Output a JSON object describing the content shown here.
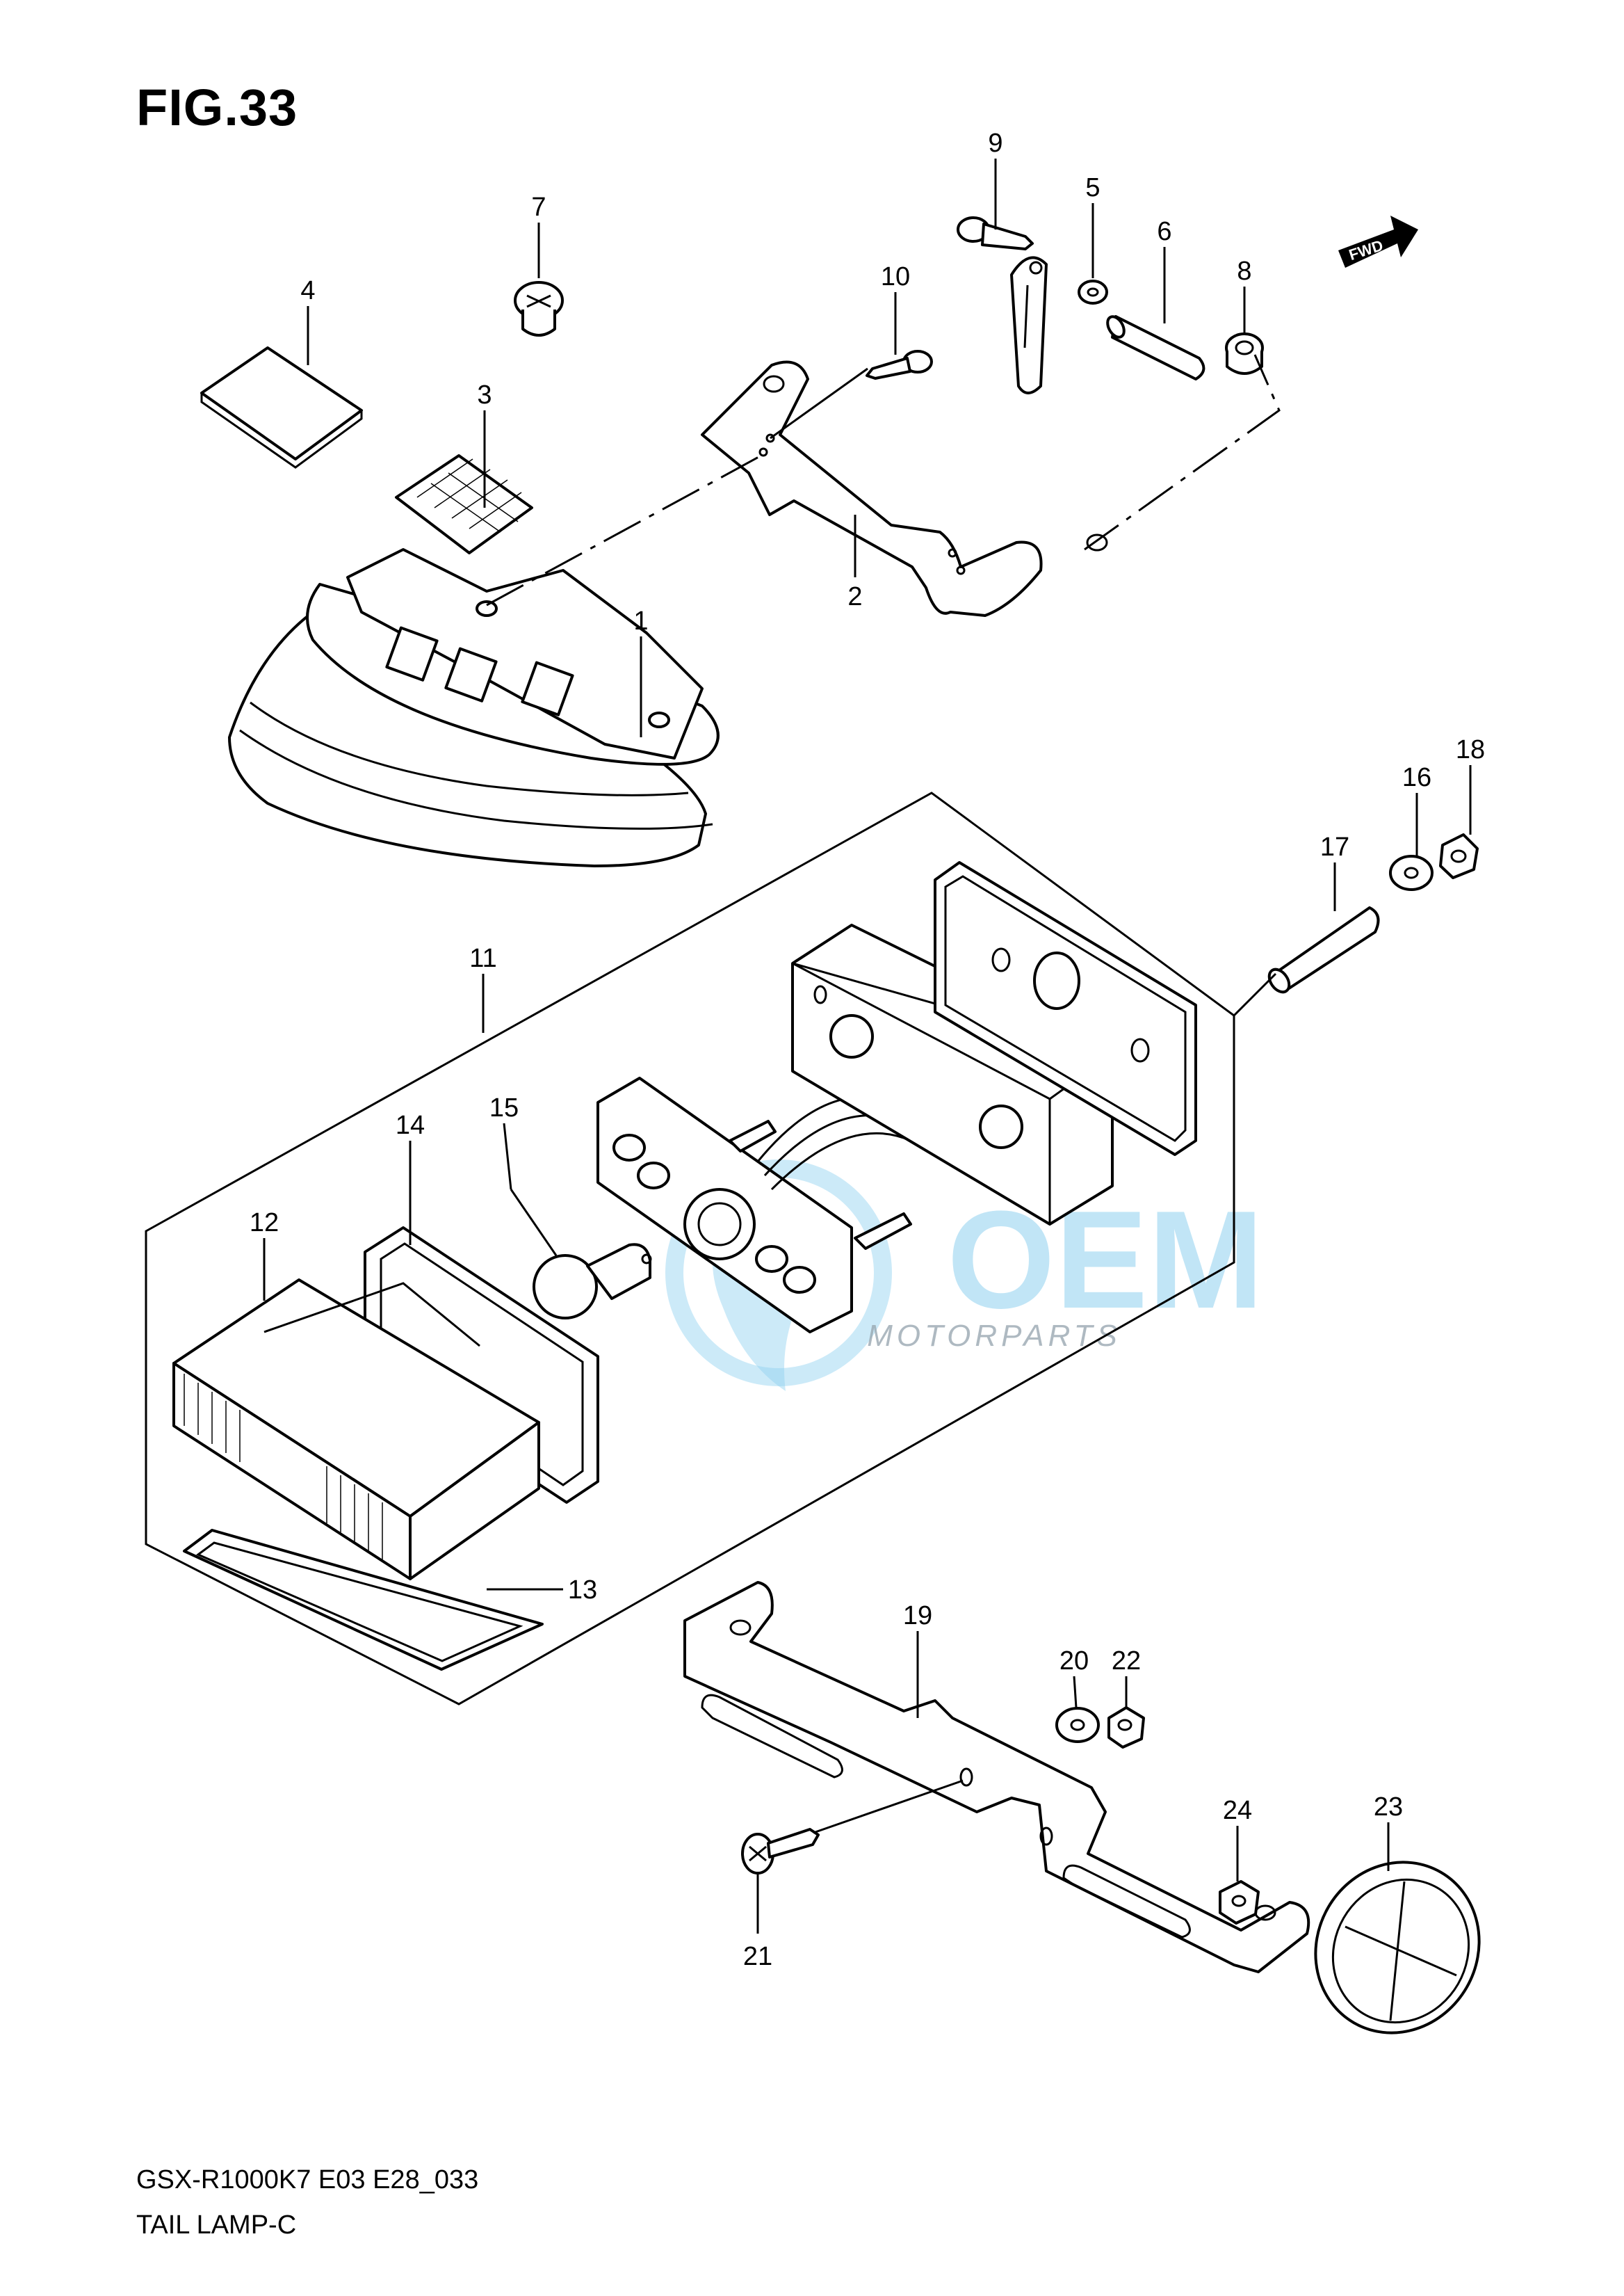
{
  "figure": {
    "title": "FIG.33",
    "model_code": "GSX-R1000K7 E03 E28_033",
    "name": "TAIL LAMP-C",
    "fwd_label": "FWD"
  },
  "watermark": {
    "brand": "OEM",
    "sub": "MOTORPARTS",
    "color": "#8fd1ef"
  },
  "callouts": {
    "c1": "1",
    "c2": "2",
    "c3": "3",
    "c4": "4",
    "c5": "5",
    "c6": "6",
    "c7": "7",
    "c8": "8",
    "c9": "9",
    "c10": "10",
    "c11": "11",
    "c12": "12",
    "c13": "13",
    "c14": "14",
    "c15": "15",
    "c16": "16",
    "c17": "17",
    "c18": "18",
    "c19": "19",
    "c20": "20",
    "c21": "21",
    "c22": "22",
    "c23": "23",
    "c24": "24"
  }
}
